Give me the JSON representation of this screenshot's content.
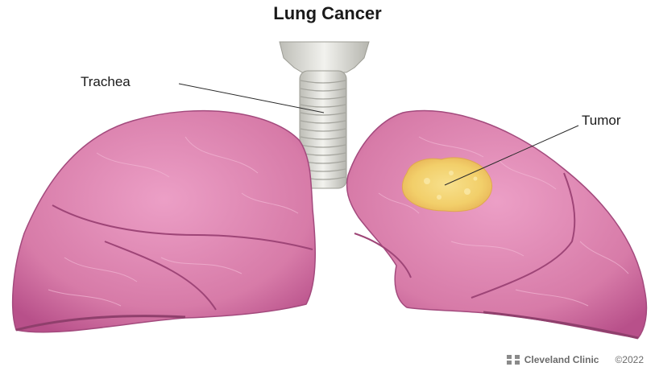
{
  "title": "Lung Cancer",
  "labels": {
    "trachea": "Trachea",
    "tumor": "Tumor"
  },
  "credit": {
    "brand": "Cleveland Clinic",
    "copyright": "©2022"
  },
  "colors": {
    "lung_fill": "#d77ba8",
    "lung_dark": "#b8508a",
    "lung_light": "#ec9fc6",
    "trachea": "#e6e6e2",
    "tumor": "#f2cf6a",
    "tumor_core": "#f7e08c"
  }
}
